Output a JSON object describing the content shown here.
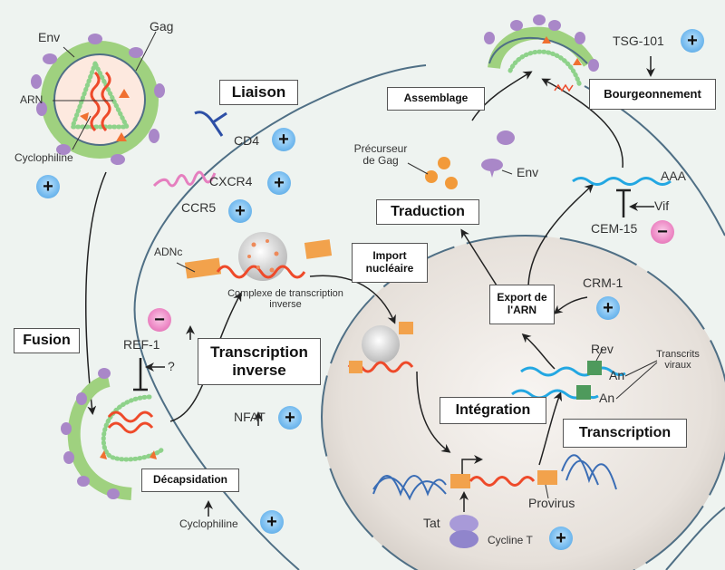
{
  "colors": {
    "background": "#eef3f0",
    "membrane": "#4f6f85",
    "nucleus_fill": "#e8e2dd",
    "viral_rna": "#ee4a2a",
    "viral_envelope": "#9fd17f",
    "gag_beads": "#8ed28a",
    "env_protein": "#a987c8",
    "cyclophiline_triangle": "#f07030",
    "cdna_end": "#f2a24c",
    "transcript_rna": "#23a7e2",
    "rev_protein": "#4e9a5c",
    "host_dna": "#3a6db5",
    "cd4": "#2d4fa6",
    "chemokine_receptor": "#e57fbf",
    "positive_badge": "#6ab3ea",
    "negative_badge": "#e985c2"
  },
  "steps": {
    "liaison": "Liaison",
    "fusion": "Fusion",
    "decapsidation": "Décapsidation",
    "transcription_inverse": "Transcription inverse",
    "import_nucleaire": "Import nucléaire",
    "integration": "Intégration",
    "transcription": "Transcription",
    "export_arn": "Export de l'ARN",
    "traduction": "Traduction",
    "assemblage": "Assemblage",
    "bourgeonnement": "Bourgeonnement"
  },
  "labels": {
    "env_virion": "Env",
    "gag_virion": "Gag",
    "arn_virion": "ARN",
    "cyclophiline_virion": "Cyclophiline",
    "cd4": "CD4",
    "cxcr4": "CXCR4",
    "ccr5": "CCR5",
    "adnc": "ADNc",
    "complexe_rt": "Complexe de transcription inverse",
    "ref1": "REF-1",
    "question": "?",
    "nfat": "NFAT",
    "cyclophiline_decap": "Cyclophiline",
    "precurseur_gag": "Précurseur de Gag",
    "env_cyto": "Env",
    "aaa": "AAA",
    "vif": "Vif",
    "cem15": "CEM-15",
    "tsg101": "TSG-101",
    "crm1": "CRM-1",
    "rev": "Rev",
    "an1": "An",
    "an2": "An",
    "transcrits_viraux": "Transcrits viraux",
    "provirus": "Provirus",
    "tat": "Tat",
    "cycline_t": "Cycline T"
  },
  "badges": {
    "plus": "+",
    "minus": "−"
  }
}
